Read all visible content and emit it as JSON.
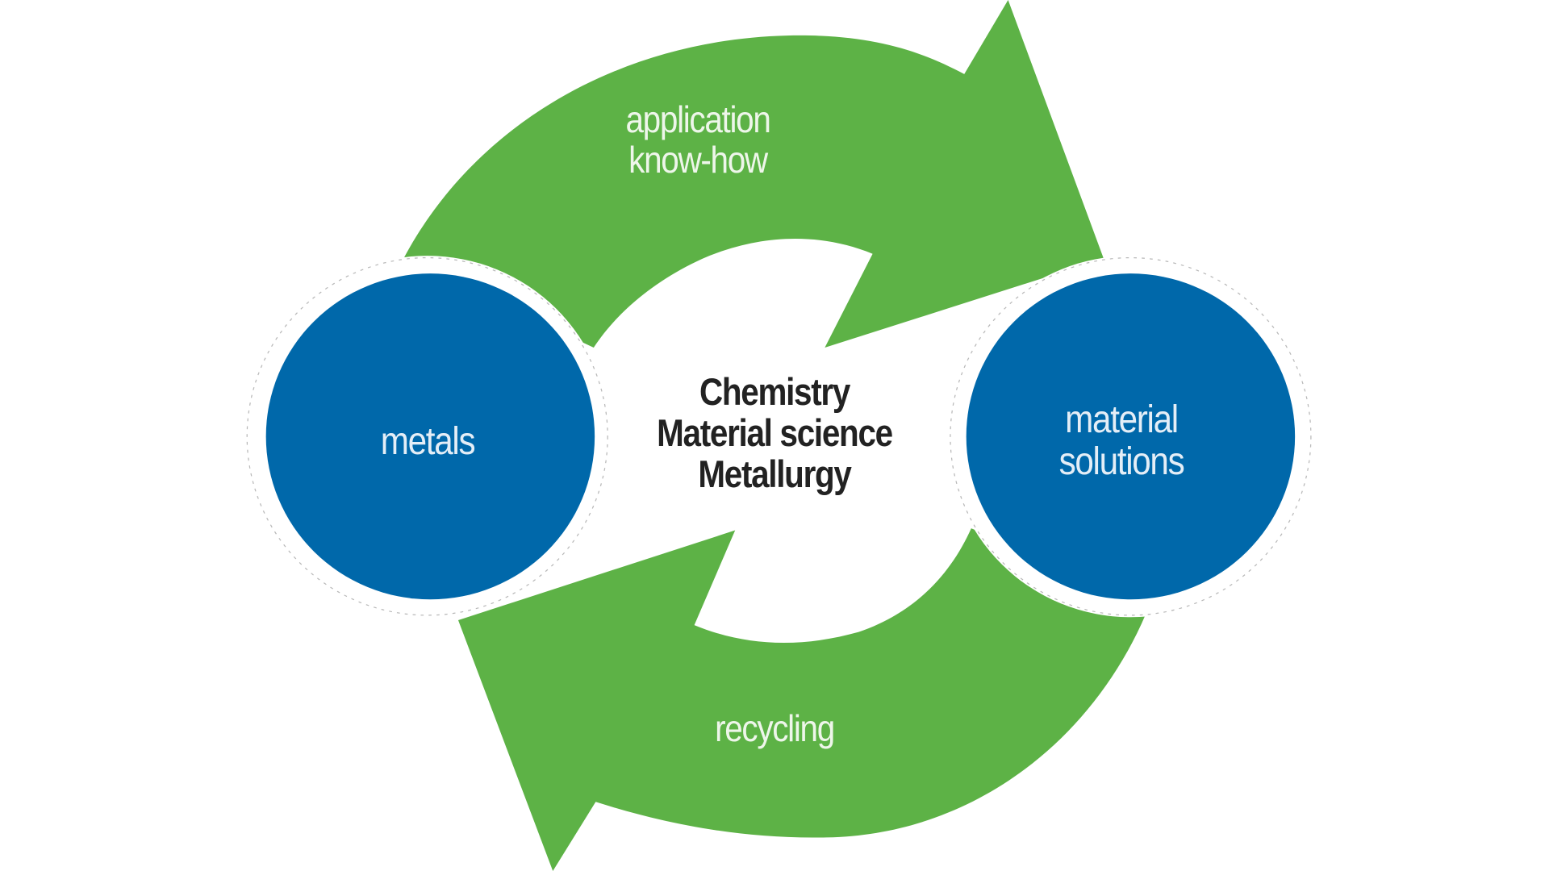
{
  "diagram": {
    "type": "cycle",
    "colors": {
      "arrow": "#5DB246",
      "node": "#0068AA",
      "node_text": "#E4EEF7",
      "arrow_text": "#EEF6EA",
      "core_text": "#222222",
      "ring_dash": "#9A9A9A",
      "background": "#FFFFFF"
    },
    "arrows": [
      {
        "id": "top",
        "direction": "left-to-right",
        "from": "metals",
        "to": "material solutions",
        "lines": [
          "application",
          "know-how"
        ]
      },
      {
        "id": "bottom",
        "direction": "right-to-left",
        "from": "material solutions",
        "to": "metals",
        "lines": [
          "recycling"
        ]
      }
    ],
    "nodes": [
      {
        "id": "metals",
        "lines": [
          "metals"
        ]
      },
      {
        "id": "material-solutions",
        "lines": [
          "material",
          "solutions"
        ]
      }
    ],
    "core": {
      "lines": [
        "Chemistry",
        "Material science",
        "Metallurgy"
      ]
    }
  }
}
